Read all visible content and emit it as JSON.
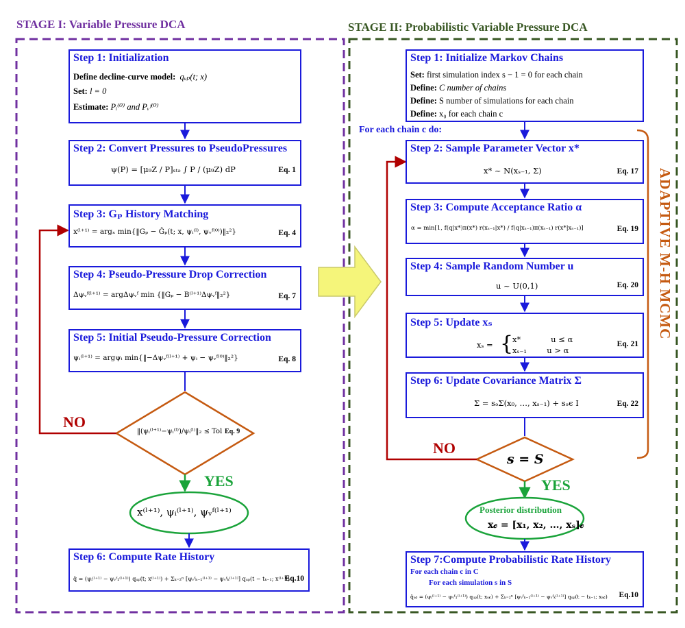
{
  "colors": {
    "stage1": "#7030a0",
    "stage2": "#385723",
    "box": "#1a1adb",
    "decision": "#c55a11",
    "yes": "#1aa33a",
    "no": "#b00000",
    "arrow_fill": "#f5f57a"
  },
  "stage1": {
    "title": "STAGE I: Variable Pressure DCA",
    "step1": {
      "title": "Step 1: Initialization",
      "l1_label": "Define decline-curve model:",
      "l1_eq": "qᵤₚ(t; x)",
      "l2_label": "Set:",
      "l2_eq": "l = 0",
      "l3_label": "Estimate:",
      "l3_eq": "Pᵢ⁽⁰⁾  and  Pᵥᶠ⁽⁰⁾"
    },
    "step2": {
      "title": "Step 2: Convert Pressures to PseudoPressures",
      "eq": "ψ(P) = [μ₉Z / P]ₛₜₔ ∫ P / (μ₉Z) dP",
      "eqno": "Eq. 1"
    },
    "step3": {
      "title": "Step 3: Gₚ History Matching",
      "eq": "x⁽ˡ⁺¹⁾ = argₓ min{‖Gₚ − Ĝₚ(t; x, ψᵢ⁽ˡ⁾, ψᵥᶠ⁽⁰⁾)‖₂²}",
      "eqno": "Eq. 4"
    },
    "step4": {
      "title": "Step 4: Pseudo-Pressure Drop Correction",
      "eq": "Δψᵥᶠ⁽ˡ⁺¹⁾ = argΔψᵥᶠ min {‖Gₚ − B⁽ˡ⁺¹⁾Δψᵥᶠ‖₂²}",
      "eqno": "Eq. 7"
    },
    "step5": {
      "title": "Step 5: Initial Pseudo-Pressure Correction",
      "eq": "ψᵢ⁽ˡ⁺¹⁾ = argψᵢ min{‖−Δψᵥᶠ⁽ˡ⁺¹⁾ + ψᵢ − ψᵥᶠ⁽⁰⁾‖₂²}",
      "eqno": "Eq. 8"
    },
    "decision": {
      "eq": "‖(ψᵢ⁽ˡ⁺¹⁾−ψᵢ⁽ˡ⁾)/ψᵢ⁽ˡ⁾‖₂ ≤ Tol",
      "eqno": "Eq. 9"
    },
    "no": "NO",
    "yes": "YES",
    "result": "x⁽ˡ⁺¹⁾, ψᵢ⁽ˡ⁺¹⁾, ψᵥᶠ⁽ˡ⁺¹⁾",
    "step6": {
      "title": "Step 6: Compute Rate History",
      "eq": "q̂ = (ψᵢ⁽ˡ⁺¹⁾ − ψᵥᶠ₁⁽ˡ⁺¹⁾) qᵤₚ(t; x⁽ˡ⁺¹⁾) + Σₖ₌₂ⁿ [ψᵥᶠₖ₋₁⁽ˡ⁺¹⁾ − ψᵥᶠₖ⁽ˡ⁺¹⁾] qᵤₚ(t − tₖ₋₁; x⁽ˡ⁺¹⁾)",
      "eqno": "Eq.10"
    }
  },
  "stage2": {
    "title": "STAGE II: Probabilistic Variable Pressure DCA",
    "step1": {
      "title": "Step 1: Initialize Markov Chains",
      "l1_label": "Set:",
      "l1_text": "first simulation index s − 1 = 0 for each chain",
      "l2_label": "Define:",
      "l2_text": "C number of chains",
      "l3_label": "Define:",
      "l3_text": "S number of simulations for each chain",
      "l4_label": "Define:",
      "l4_text": "x₀ for each chain c"
    },
    "loop_label": "For each chain c do:",
    "step2": {
      "title": "Step 2: Sample Parameter Vector x*",
      "eq": "x* ~ N(xₛ₋₁, Σ)",
      "eqno": "Eq. 17"
    },
    "step3": {
      "title": "Step 3: Compute Acceptance Ratio  α",
      "eq": "α = min[1, f(q|x*)π(x*) r(xₛ₋₁|x*) / f(q|xₛ₋₁)π(xₛ₋₁) r(x*|xₛ₋₁)]",
      "eqno": "Eq. 19"
    },
    "step4": {
      "title": "Step 4: Sample Random Number u",
      "eq": "u ~ U(0,1)",
      "eqno": "Eq. 20"
    },
    "step5": {
      "title": "Step 5: Update xₛ",
      "eq_a": "x*            u ≤ α",
      "eq_b": "xₛ₋₁        u > α",
      "eq_lhs": "xₛ =",
      "eqno": "Eq. 21"
    },
    "step6": {
      "title": "Step 6: Update Covariance Matrix Σ",
      "eq": "Σ = sₔΣ(x₀, …, xₛ₋₁) + sₔϵ I",
      "eqno": "Eq. 22"
    },
    "decision": "s = S",
    "no": "NO",
    "yes": "YES",
    "adaptive": "ADAPTIVE M-H MCMC",
    "posterior_title": "Posterior distribution",
    "posterior_eq": "x𝒸 = [x₁, x₂, …, xₛ]𝒸",
    "step7": {
      "title": "Step 7:Compute Probabilistic Rate History",
      "sub1": "For each chain c in C",
      "sub2": "For each simulation s in S",
      "eq": "q̂ₛ𝒸 = (ψᵢ⁽ˡ⁺¹⁾ − ψᵥᶠ₁⁽ˡ⁺¹⁾) qᵤₚ(t; xₛ𝒸) + Σₖ₌₂ⁿ [ψᵥᶠₖ₋₁⁽ˡ⁺¹⁾ − ψᵥᶠₖ⁽ˡ⁺¹⁾] qᵤₚ(t − tₖ₋₁; xₛ𝒸)",
      "eqno": "Eq.10"
    }
  }
}
